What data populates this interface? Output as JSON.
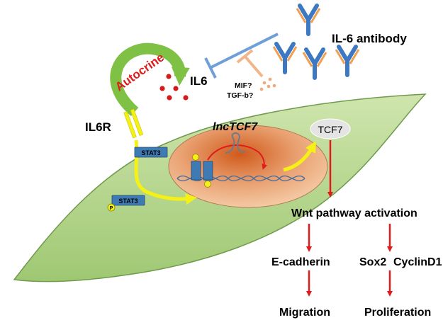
{
  "labels": {
    "antibody": "IL-6 antibody",
    "il6": "IL6",
    "autocrine": "Autocrine",
    "mif": "MIF?",
    "tgfb": "TGF-b?",
    "il6r": "IL6R",
    "lnc": "lncTCF7",
    "tcf7": "TCF7",
    "stat3": "STAT3",
    "p": "P",
    "wnt": "Wnt pathway activation",
    "ecad": "E-cadherin",
    "sox2": "Sox2",
    "cyclin": "CyclinD1",
    "migration": "Migration",
    "proliferation": "Proliferation"
  },
  "colors": {
    "cell_fill": "#b9d88f",
    "cell_edge": "#6f9a4c",
    "nucleus": "#e9a070",
    "arrow_yellow": "#f5f016",
    "arrow_red": "#e01b1b",
    "autocrine_green": "#7fc144",
    "inhibit_blue": "#6f9fd8",
    "inhibit_orange": "#f2b58a",
    "antibody_blue": "#3d78c2",
    "antibody_orange": "#f0a050",
    "stat3_box": "#3e7bb5"
  }
}
